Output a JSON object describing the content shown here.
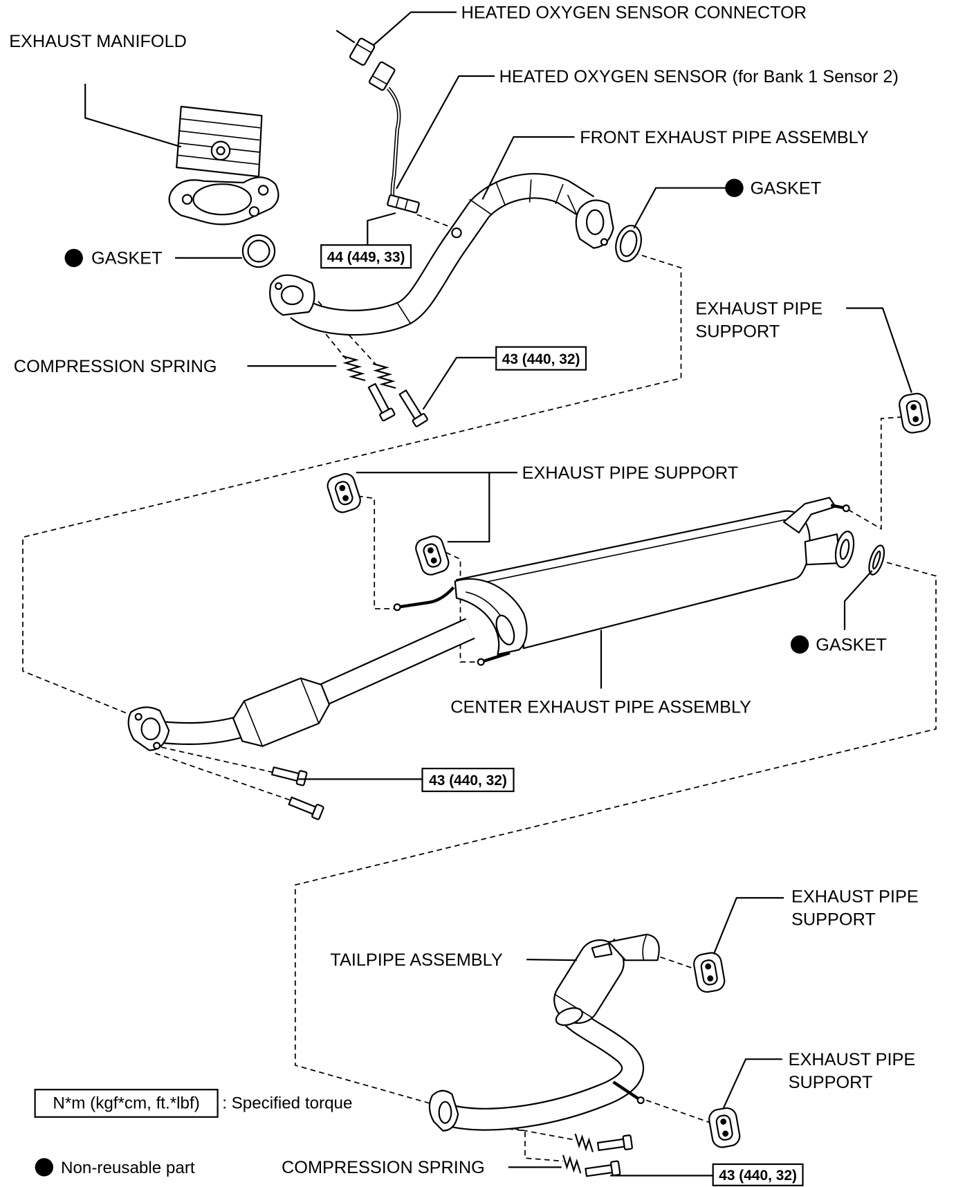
{
  "labels": {
    "oxygen_sensor_connector": "HEATED OXYGEN SENSOR CONNECTOR",
    "exhaust_manifold": "EXHAUST MANIFOLD",
    "oxygen_sensor": "HEATED OXYGEN SENSOR (for Bank 1 Sensor 2)",
    "front_exhaust_pipe": "FRONT EXHAUST PIPE ASSEMBLY",
    "gasket_front_outlet": "GASKET",
    "gasket_manifold": "GASKET",
    "support_top_right": [
      "EXHAUST PIPE",
      "SUPPORT"
    ],
    "compression_spring_front": "COMPRESSION SPRING",
    "support_center": "EXHAUST PIPE SUPPORT",
    "gasket_center": "GASKET",
    "center_exhaust_pipe": "CENTER EXHAUST PIPE ASSEMBLY",
    "tailpipe": "TAILPIPE ASSEMBLY",
    "support_tail_upper": [
      "EXHAUST PIPE",
      "SUPPORT"
    ],
    "support_tail_lower": [
      "EXHAUST PIPE",
      "SUPPORT"
    ],
    "compression_spring_tail": "COMPRESSION SPRING"
  },
  "torques": {
    "oxygen_sensor": "44 (449, 33)",
    "front_pipe_bolts": "43 (440, 32)",
    "center_pipe_bolts": "43 (440, 32)",
    "tailpipe_bolts": "43 (440, 32)"
  },
  "legend": {
    "torque_unit": "N*m (kgf*cm, ft.*lbf)",
    "torque_desc": ": Specified torque",
    "non_reusable": "Non-reusable part"
  },
  "colors": {
    "ink": "#000000",
    "paper": "#ffffff"
  }
}
